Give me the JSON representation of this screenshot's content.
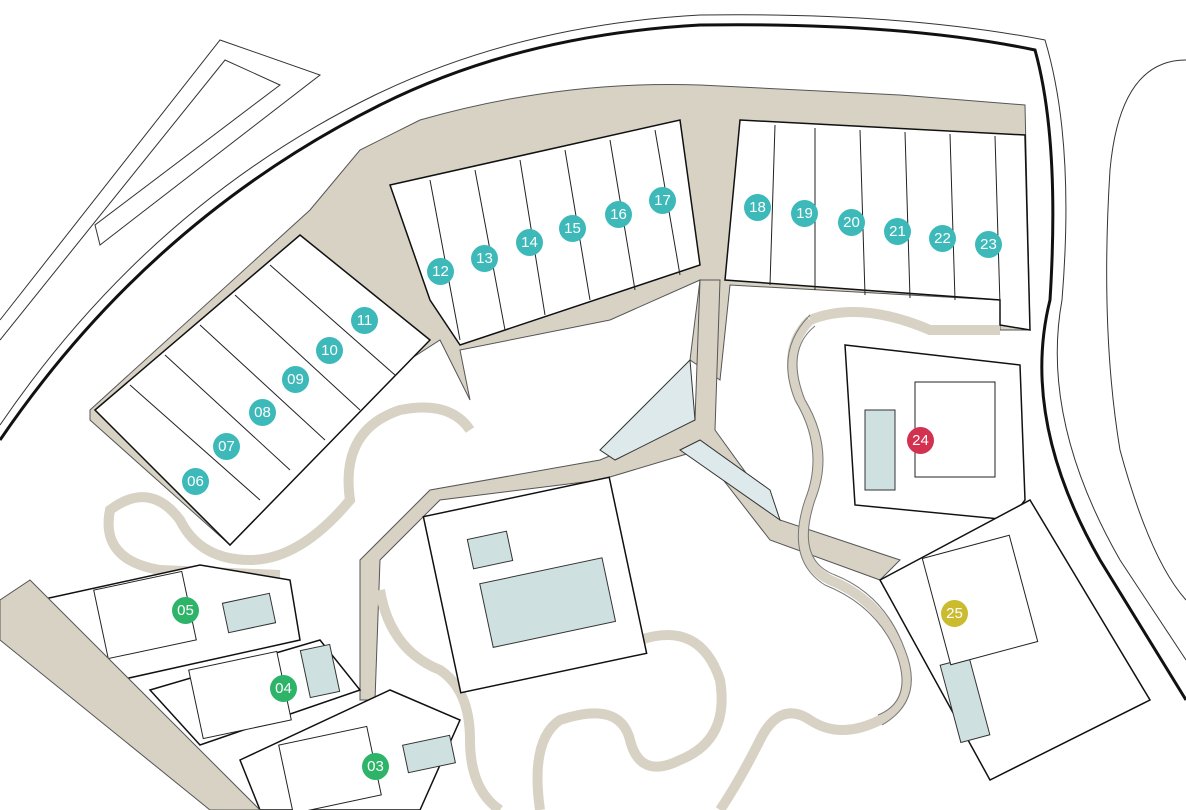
{
  "colors": {
    "townhouse_marker": "#3db9b9",
    "villa_marker": "#2db468",
    "villa24_marker": "#d2314f",
    "villa25_marker": "#cbbb2e",
    "path": "#d8d2c4",
    "pool": "#cfe0e0"
  },
  "units": [
    {
      "id": "06",
      "label": "06",
      "type": "townhouse"
    },
    {
      "id": "07",
      "label": "07",
      "type": "townhouse"
    },
    {
      "id": "08",
      "label": "08",
      "type": "townhouse"
    },
    {
      "id": "09",
      "label": "09",
      "type": "townhouse"
    },
    {
      "id": "10",
      "label": "10",
      "type": "townhouse"
    },
    {
      "id": "11",
      "label": "11",
      "type": "townhouse"
    },
    {
      "id": "12",
      "label": "12",
      "type": "townhouse"
    },
    {
      "id": "13",
      "label": "13",
      "type": "townhouse"
    },
    {
      "id": "14",
      "label": "14",
      "type": "townhouse"
    },
    {
      "id": "15",
      "label": "15",
      "type": "townhouse"
    },
    {
      "id": "16",
      "label": "16",
      "type": "townhouse"
    },
    {
      "id": "17",
      "label": "17",
      "type": "townhouse"
    },
    {
      "id": "18",
      "label": "18",
      "type": "townhouse"
    },
    {
      "id": "19",
      "label": "19",
      "type": "townhouse"
    },
    {
      "id": "20",
      "label": "20",
      "type": "townhouse"
    },
    {
      "id": "21",
      "label": "21",
      "type": "townhouse"
    },
    {
      "id": "22",
      "label": "22",
      "type": "townhouse"
    },
    {
      "id": "23",
      "label": "23",
      "type": "townhouse"
    },
    {
      "id": "24",
      "label": "24",
      "type": "villa"
    },
    {
      "id": "25",
      "label": "25",
      "type": "villa"
    },
    {
      "id": "05",
      "label": "05",
      "type": "villa"
    },
    {
      "id": "04",
      "label": "04",
      "type": "villa"
    },
    {
      "id": "03",
      "label": "03",
      "type": "villa"
    }
  ]
}
